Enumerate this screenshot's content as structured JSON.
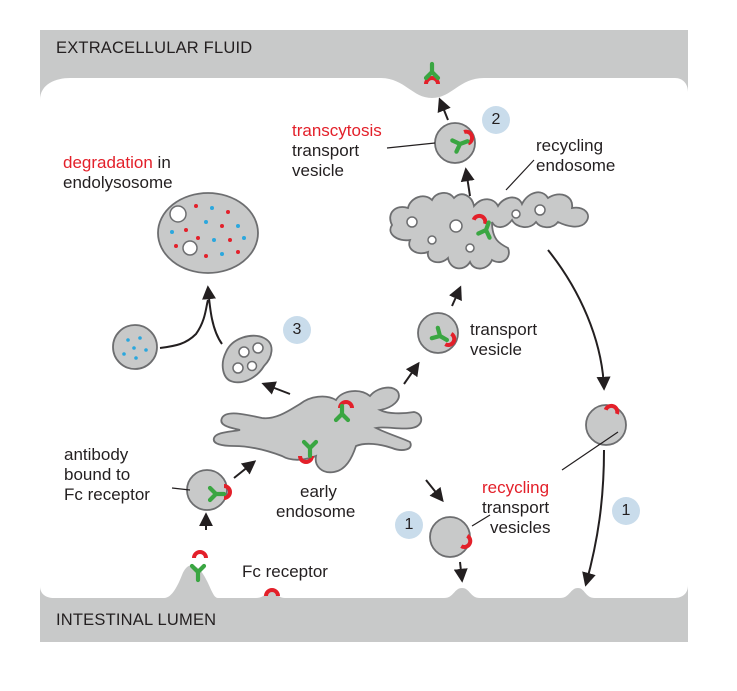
{
  "regions": {
    "top": "EXTRACELLULAR FLUID",
    "bottom": "INTESTINAL LUMEN"
  },
  "labels": {
    "degradation_red": "degradation",
    "degradation_rest": " in",
    "endolysosome": "endolysosome",
    "transcytosis_red": "transcytosis",
    "transcytosis_l2": "transport",
    "transcytosis_l3": "vesicle",
    "recycling_endosome_l1": "recycling",
    "recycling_endosome_l2": "endosome",
    "transport_vesicle_l1": "transport",
    "transport_vesicle_l2": "vesicle",
    "antibody_l1": "antibody",
    "antibody_l2": "bound to",
    "antibody_l3": "Fc receptor",
    "early_l1": "early",
    "early_l2": "endosome",
    "recycling_red": "recycling",
    "recycling_l2": "transport",
    "recycling_l3": "vesicles",
    "fc_receptor": "Fc receptor"
  },
  "steps": {
    "s1a": "1",
    "s1b": "1",
    "s2": "2",
    "s3": "3"
  },
  "colors": {
    "membrane": "#c8c9c9",
    "cell": "#ffffff",
    "outline": "#6d6e70",
    "receptor": "#e3202a",
    "antibody": "#3aa642",
    "dots_blue": "#2ba7dd",
    "dots_red": "#e3202a",
    "step_bg": "#c9dceb"
  }
}
